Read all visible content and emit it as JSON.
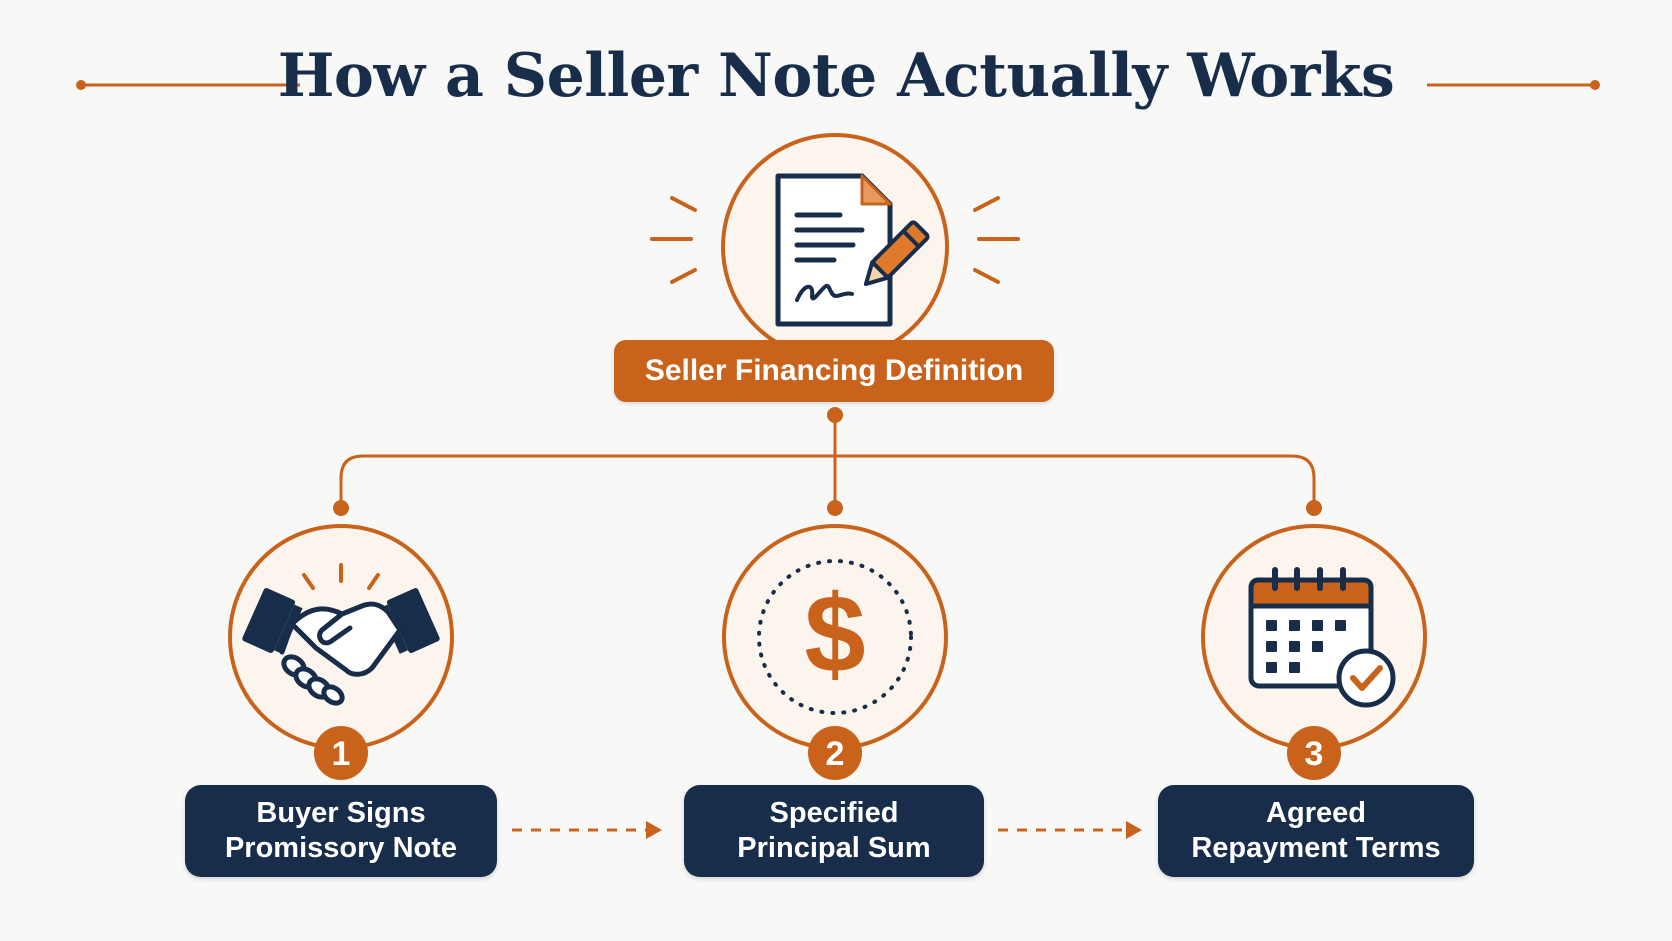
{
  "title": "How a Seller Note Actually Works",
  "root": {
    "label": "Seller Financing Definition",
    "icon": "signed-document-icon"
  },
  "steps": [
    {
      "number": "1",
      "line1": "Buyer Signs",
      "line2": "Promissory Note",
      "icon": "handshake-icon"
    },
    {
      "number": "2",
      "line1": "Specified",
      "line2": "Principal Sum",
      "icon": "dollar-icon"
    },
    {
      "number": "3",
      "line1": "Agreed",
      "line2": "Repayment Terms",
      "icon": "calendar-check-icon"
    }
  ],
  "colors": {
    "navy": "#172d4a",
    "orange": "#c9631c",
    "circle_fill": "#fbf5ee",
    "background": "#f8f8f7"
  }
}
